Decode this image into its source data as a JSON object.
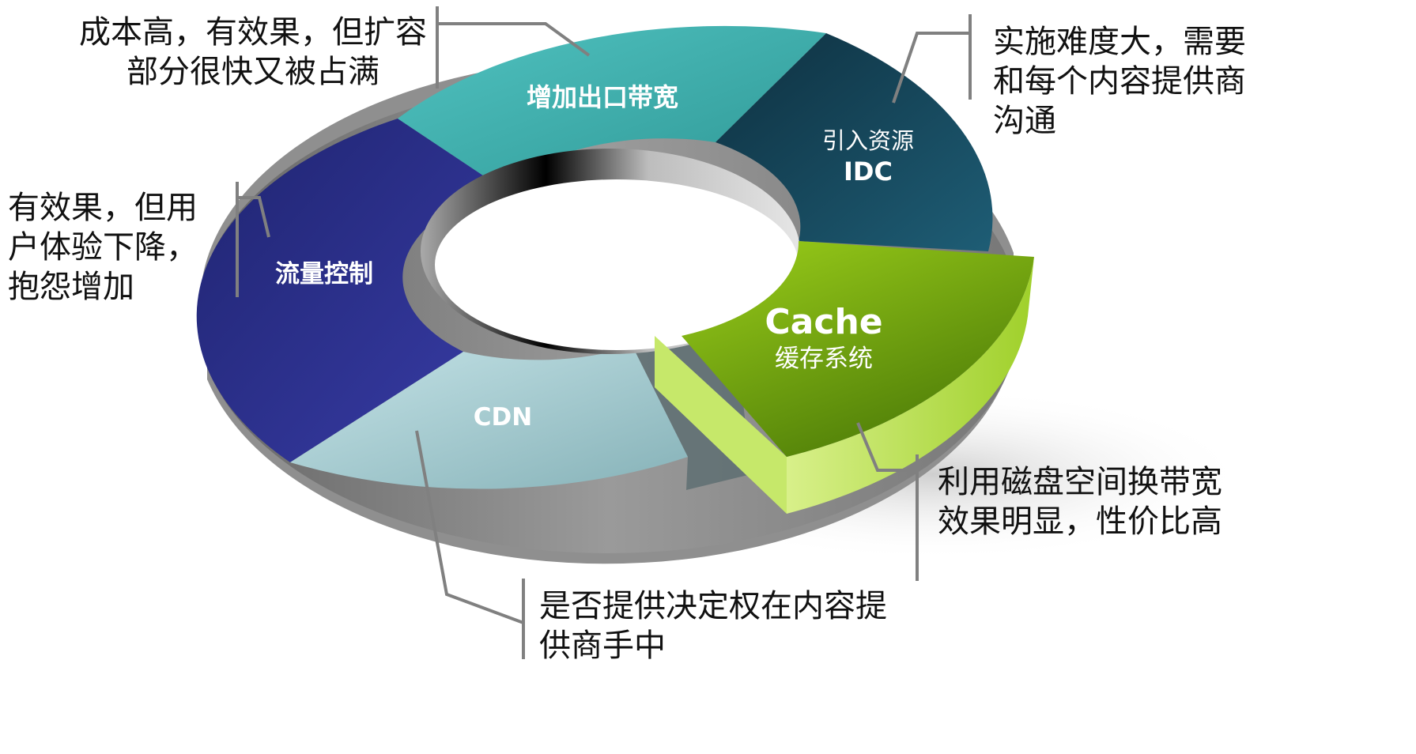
{
  "segments": {
    "bandwidth": {
      "label": "增加出口带宽",
      "color": "#3fb1b0"
    },
    "idc": {
      "label_top": "引入资源",
      "label_bottom": "IDC",
      "color": "#16485c"
    },
    "cache": {
      "label_top": "Cache",
      "label_bottom": "缓存系统",
      "color": "#7aaa0c"
    },
    "cdn": {
      "label": "CDN",
      "color": "#a9d1d6"
    },
    "flow": {
      "label": "流量控制",
      "color": "#2b2f85"
    }
  },
  "notes": {
    "bandwidth": {
      "line1": "成本高，有效果，但扩容",
      "line2": "部分很快又被占满"
    },
    "idc": {
      "line1": "实施难度大，需要",
      "line2": "和每个内容提供商",
      "line3": "沟通"
    },
    "flow": {
      "line1": "有效果，但用",
      "line2": "户体验下降，",
      "line3": "抱怨增加"
    },
    "cache": {
      "line1": "利用磁盘空间换带宽",
      "line2": "效果明显，性价比高"
    },
    "cdn": {
      "line1": "是否提供决定权在内容提",
      "line2": "供商手中"
    }
  }
}
